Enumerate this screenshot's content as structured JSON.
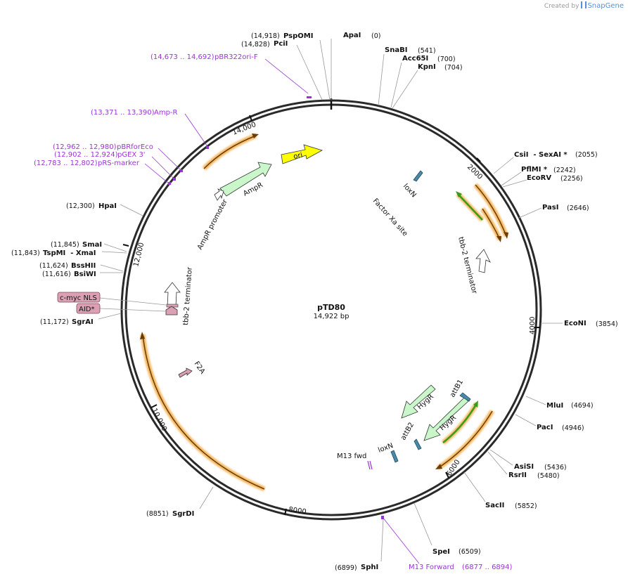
{
  "credit": {
    "created_by": "Created by",
    "brand": "SnapGene"
  },
  "plasmid": {
    "name": "pTD80",
    "size": "14,922 bp",
    "length": 14922
  },
  "colors": {
    "backbone": "#2a2a2a",
    "primer": "#9a33d6",
    "orange_glow": "#f4b860",
    "green": "#c9f7c9",
    "yellow": "#ffff00",
    "pink": "#dba0b4",
    "gray": "#ffffff"
  },
  "ticks": [
    {
      "label": "2000",
      "pos": 2000
    },
    {
      "label": "4000",
      "pos": 4000
    },
    {
      "label": "6000",
      "pos": 6000
    },
    {
      "label": "8000",
      "pos": 8000
    },
    {
      "label": "10,000",
      "pos": 10000
    },
    {
      "label": "12,000",
      "pos": 12000
    },
    {
      "label": "14,000",
      "pos": 14000
    }
  ],
  "sites": [
    {
      "name": "ApaI",
      "pos": "(0)",
      "bp": 0
    },
    {
      "name": "SnaBI",
      "pos": "(541)",
      "bp": 541
    },
    {
      "name": "Acc65I",
      "pos": "(700)",
      "bp": 700
    },
    {
      "name": "KpnI",
      "pos": "(704)",
      "bp": 704
    },
    {
      "name": "CsiI  - SexAI *",
      "pos": "(2055)",
      "bp": 2055
    },
    {
      "name": "PflMI *",
      "pos": "(2242)",
      "bp": 2242
    },
    {
      "name": "EcoRV",
      "pos": "(2256)",
      "bp": 2256
    },
    {
      "name": "PasI",
      "pos": "(2646)",
      "bp": 2646
    },
    {
      "name": "EcoNI",
      "pos": "(3854)",
      "bp": 3854
    },
    {
      "name": "MluI",
      "pos": "(4694)",
      "bp": 4694
    },
    {
      "name": "PacI",
      "pos": "(4946)",
      "bp": 4946
    },
    {
      "name": "AsiSI",
      "pos": "(5436)",
      "bp": 5436
    },
    {
      "name": "RsrII",
      "pos": "(5480)",
      "bp": 5480
    },
    {
      "name": "SacII",
      "pos": "(5852)",
      "bp": 5852
    },
    {
      "name": "SpeI",
      "pos": "(6509)",
      "bp": 6509
    },
    {
      "name": "SphI",
      "pos": "(6899)",
      "bp": 6899
    },
    {
      "name": "SgrDI",
      "pos": "(8851)",
      "bp": 8851
    },
    {
      "name": "SgrAI",
      "pos": "(11,172)",
      "bp": 11172
    },
    {
      "name": "BsiWI",
      "pos": "(11,616)",
      "bp": 11616
    },
    {
      "name": "BssHII",
      "pos": "(11,624)",
      "bp": 11624
    },
    {
      "name": "TspMI  - XmaI",
      "pos": "(11,843)",
      "bp": 11843
    },
    {
      "name": "SmaI",
      "pos": "(11,845)",
      "bp": 11845
    },
    {
      "name": "HpaI",
      "pos": "(12,300)",
      "bp": 12300
    },
    {
      "name": "PciI",
      "pos": "(14,828)",
      "bp": 14828
    },
    {
      "name": "PspOMI",
      "pos": "(14,918)",
      "bp": 14918
    }
  ],
  "primers": [
    {
      "name": "pBR322ori-F",
      "range": "(14,673 .. 14,692)",
      "bp": 14682
    },
    {
      "name": "Amp-R",
      "range": "(13,371 .. 13,390)",
      "bp": 13380
    },
    {
      "name": "pBRforEco",
      "range": "(12,962 .. 12,980)",
      "bp": 12971
    },
    {
      "name": "pGEX 3'",
      "range": "(12,902 .. 12,924)",
      "bp": 12913
    },
    {
      "name": "pRS-marker",
      "range": "(12,783 .. 12,802)",
      "bp": 12792
    },
    {
      "name": "M13 Forward",
      "range": "(6877 .. 6894)",
      "bp": 6885
    }
  ],
  "features": {
    "ori": "ori",
    "ampr": "AmpR",
    "ampr_promoter": "AmpR promoter",
    "loxn_top": "loxN",
    "factor_xa": "Factor Xa site",
    "tbb2_right": "tbb-2 terminator",
    "tbb2_left": "tbb-2 terminator",
    "f2a": "F2A",
    "attb1": "attB1",
    "hygr_a": "HygR",
    "hygr_b": "HygR",
    "attb2": "attB2",
    "loxn_bottom": "loxN",
    "m13fwd": "M13 fwd",
    "cmyc": "c-myc NLS",
    "aid": "AID*"
  }
}
